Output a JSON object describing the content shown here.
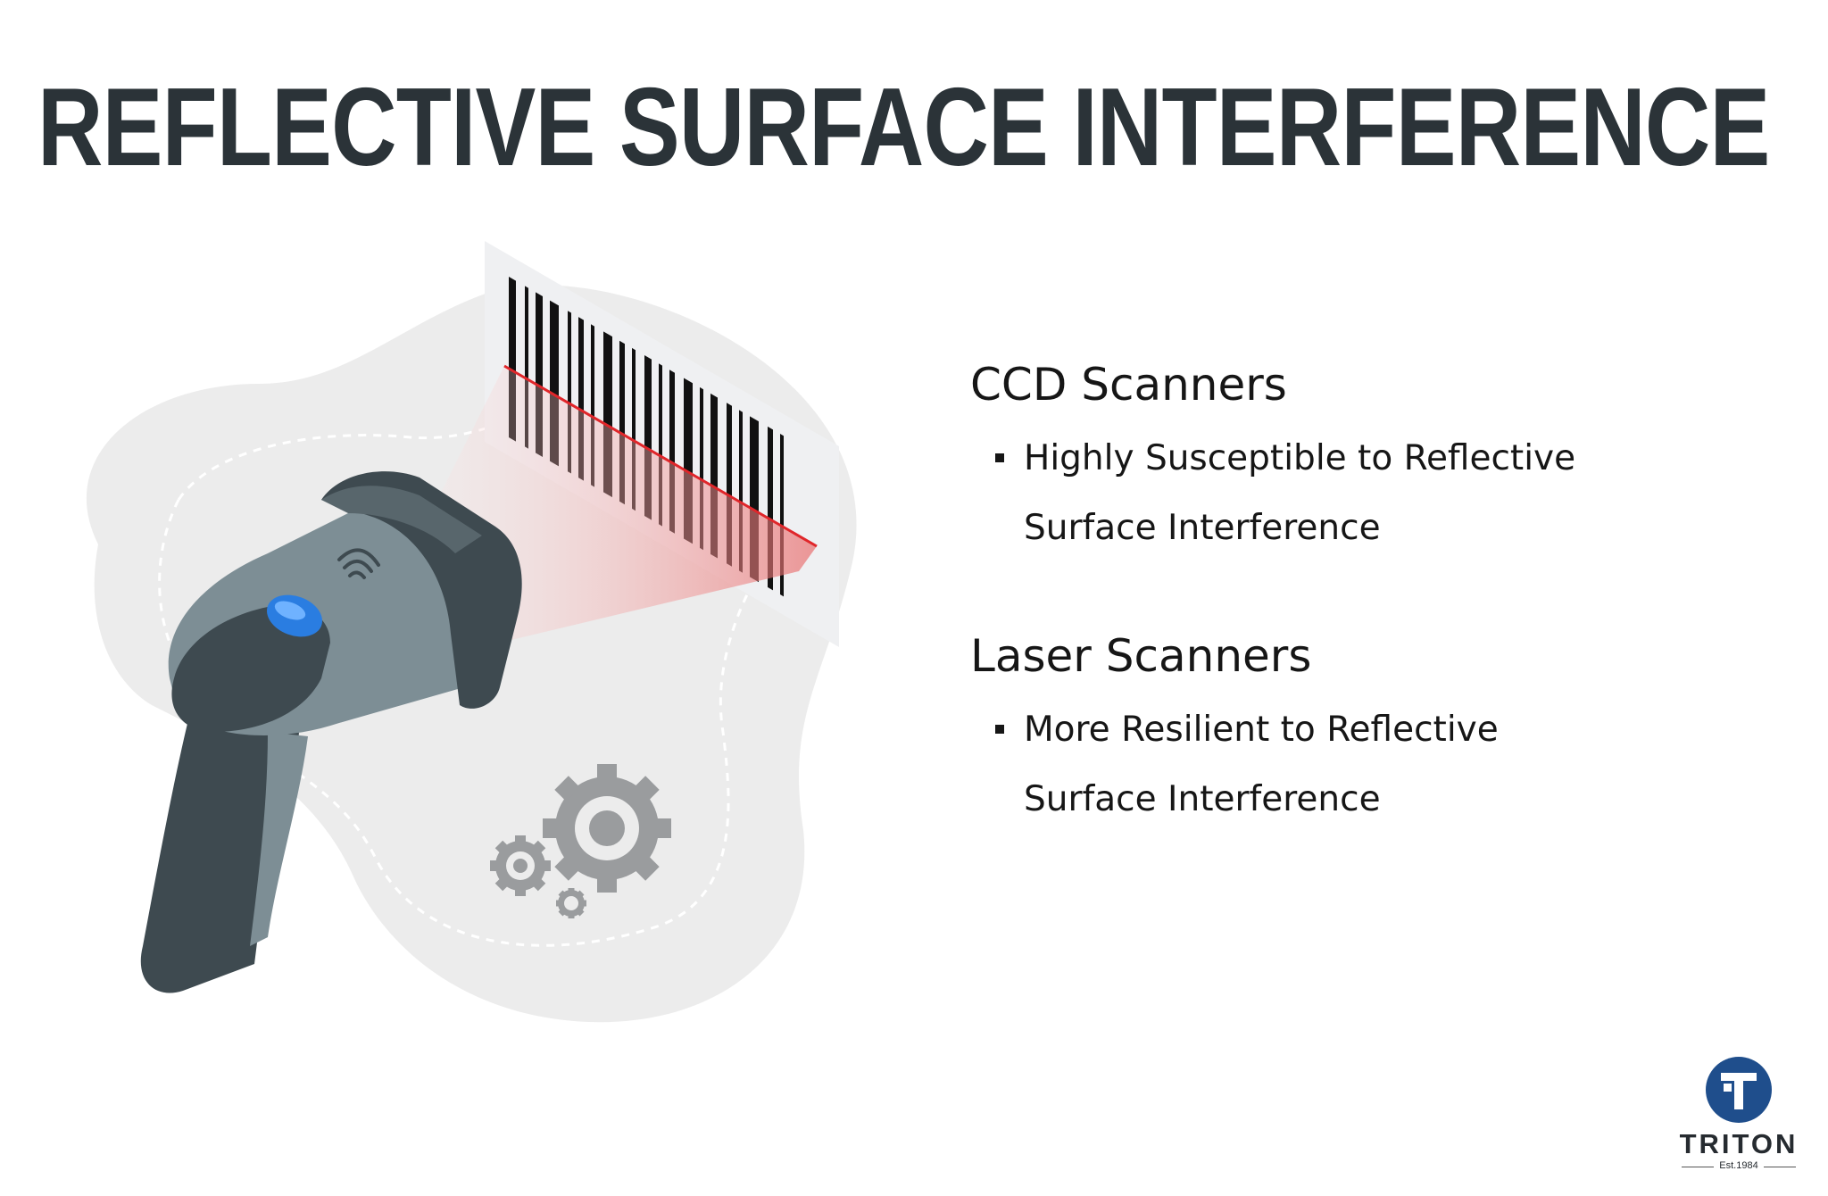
{
  "title": "REFLECTIVE SURFACE INTERFERENCE",
  "sections": [
    {
      "heading": "CCD Scanners",
      "bullet_lines": [
        "Highly Susceptible to Reflective",
        "Surface Interference"
      ]
    },
    {
      "heading": "Laser Scanners",
      "bullet_lines": [
        "More Resilient to Reflective",
        "Surface Interference"
      ]
    }
  ],
  "logo": {
    "name": "TRITON",
    "est": "Est.1984"
  },
  "illustration": {
    "icons": [
      "barcode-scanner-icon",
      "barcode-icon",
      "laser-beam-icon",
      "gears-icon",
      "wireless-icon"
    ]
  },
  "colors": {
    "title": "#2b3338",
    "blob": "#ececec",
    "scanner_body": "#7d8e95",
    "scanner_dark": "#3e4a50",
    "scanner_button": "#2a7de1",
    "laser": "#e0262a",
    "logo_blue": "#1f4e8c"
  }
}
